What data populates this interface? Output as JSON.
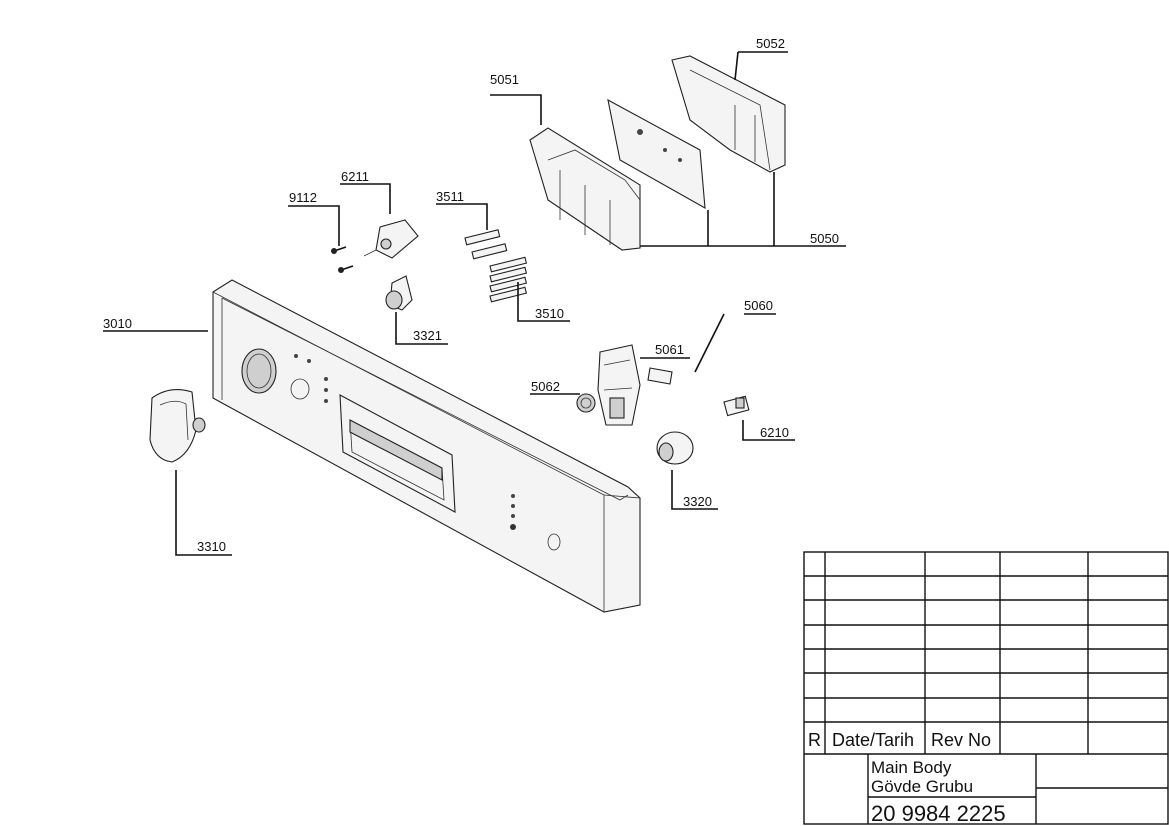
{
  "parts": [
    {
      "id": "5052",
      "label": "5052"
    },
    {
      "id": "5051",
      "label": "5051"
    },
    {
      "id": "5050",
      "label": "5050"
    },
    {
      "id": "6211",
      "label": "6211"
    },
    {
      "id": "9112",
      "label": "9112"
    },
    {
      "id": "3511",
      "label": "3511"
    },
    {
      "id": "3510",
      "label": "3510"
    },
    {
      "id": "3321",
      "label": "3321"
    },
    {
      "id": "3010",
      "label": "3010"
    },
    {
      "id": "5060",
      "label": "5060"
    },
    {
      "id": "5061",
      "label": "5061"
    },
    {
      "id": "5062",
      "label": "5062"
    },
    {
      "id": "6210",
      "label": "6210"
    },
    {
      "id": "3320",
      "label": "3320"
    },
    {
      "id": "3310",
      "label": "3310"
    }
  ],
  "title_block": {
    "rev_header": "R",
    "date_header": "Date/Tarih",
    "revno_header": "Rev No",
    "name_line1": "Main Body",
    "name_line2": "Gövde Grubu",
    "drawing_number": "20 9984 2225"
  }
}
